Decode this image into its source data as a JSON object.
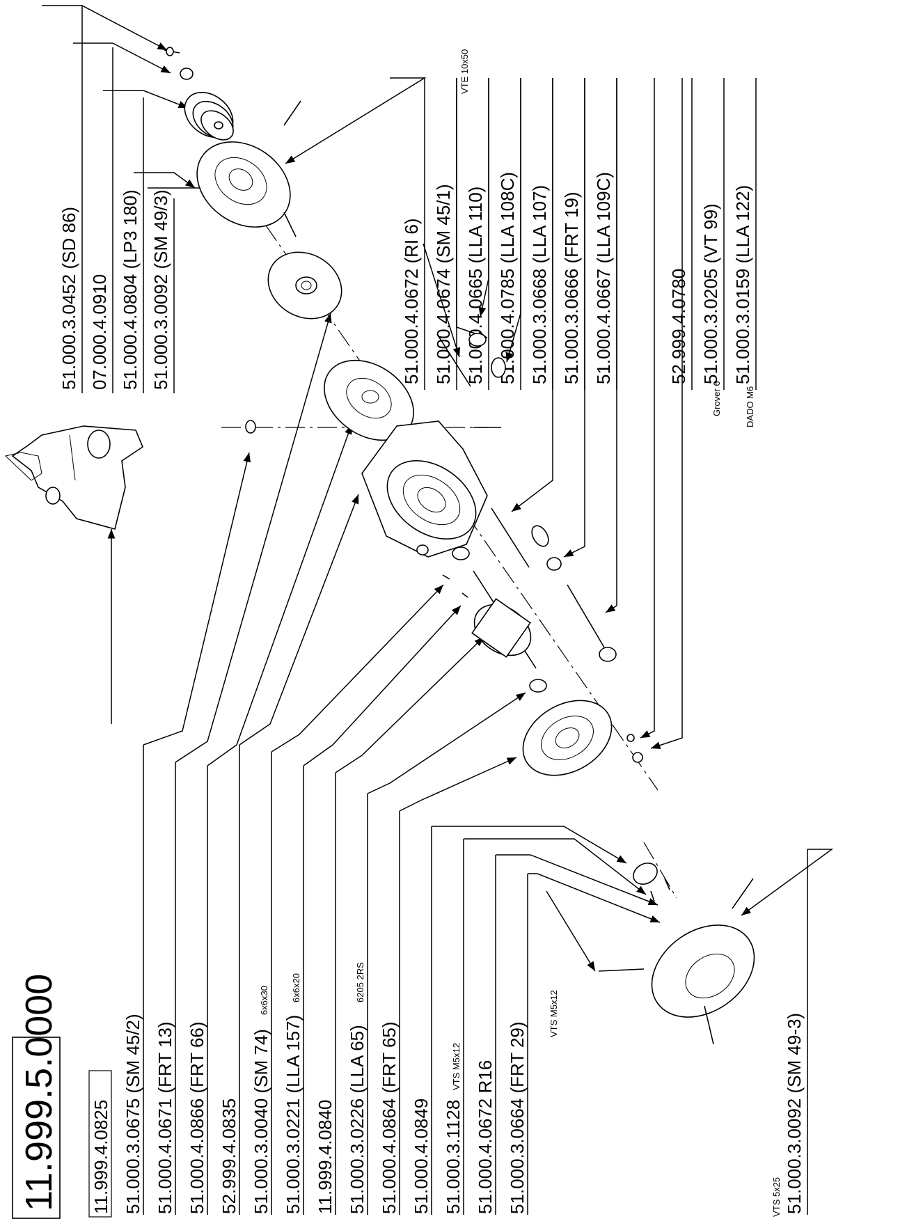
{
  "assembly_number": "11.999.5.0000",
  "top_labels": [
    {
      "text": "51.000.3.0452 (SD 86)"
    },
    {
      "text": "07.000.4.0910"
    },
    {
      "text": "51.000.4.0804 (LP3 180)"
    },
    {
      "text": "51.000.3.0092 (SM 49/3)"
    },
    {
      "text": "51.000.4.0672 (RI 6)"
    },
    {
      "text": "51.000.4.0674 (SM 45/1)",
      "note": "VTE 10x50"
    },
    {
      "text": "51.000.4.0665 (LLA 110)"
    },
    {
      "text": "51.000.4.0785 (LLA 108C)"
    },
    {
      "text": "51.000.3.0668 (LLA 107)"
    },
    {
      "text": "51.000.3.0666 (FRT 19)"
    },
    {
      "text": "51.000.4.0667 (LLA 109C)"
    },
    {
      "text": "52.999.4.0780"
    },
    {
      "text": "51.000.3.0205 (VT 99)",
      "note": "Grover 6"
    },
    {
      "text": "51.000.3.0159 (LLA 122)",
      "note": "DADO M6"
    }
  ],
  "bottom_labels": [
    {
      "text": "11.999.4.0825"
    },
    {
      "text": "51.000.3.0675 (SM 45/2)"
    },
    {
      "text": "51.000.4.0671 (FRT 13)"
    },
    {
      "text": "51.000.4.0866 (FRT 66)"
    },
    {
      "text": "52.999.4.0835"
    },
    {
      "text": "51.000.3.0040 (SM 74)",
      "note": "6x6x30"
    },
    {
      "text": "51.000.3.0221 (LLA 157)",
      "note": "6x6x20"
    },
    {
      "text": "11.999.4.0840"
    },
    {
      "text": "51.000.3.0226 (LLA 65)",
      "note": "6205 2RS"
    },
    {
      "text": "51.000.4.0864 (FRT 65)"
    },
    {
      "text": "51.000.4.0849"
    },
    {
      "text": "51.000.3.1128",
      "note": "VTS M5x12"
    },
    {
      "text": "51.000.4.0672 R16"
    },
    {
      "text": "51.000.3.0664 (FRT 29)",
      "note": "VTS M5x12"
    },
    {
      "text": "51.000.3.0092 (SM 49-3)",
      "note": "VTS 5x25"
    }
  ]
}
